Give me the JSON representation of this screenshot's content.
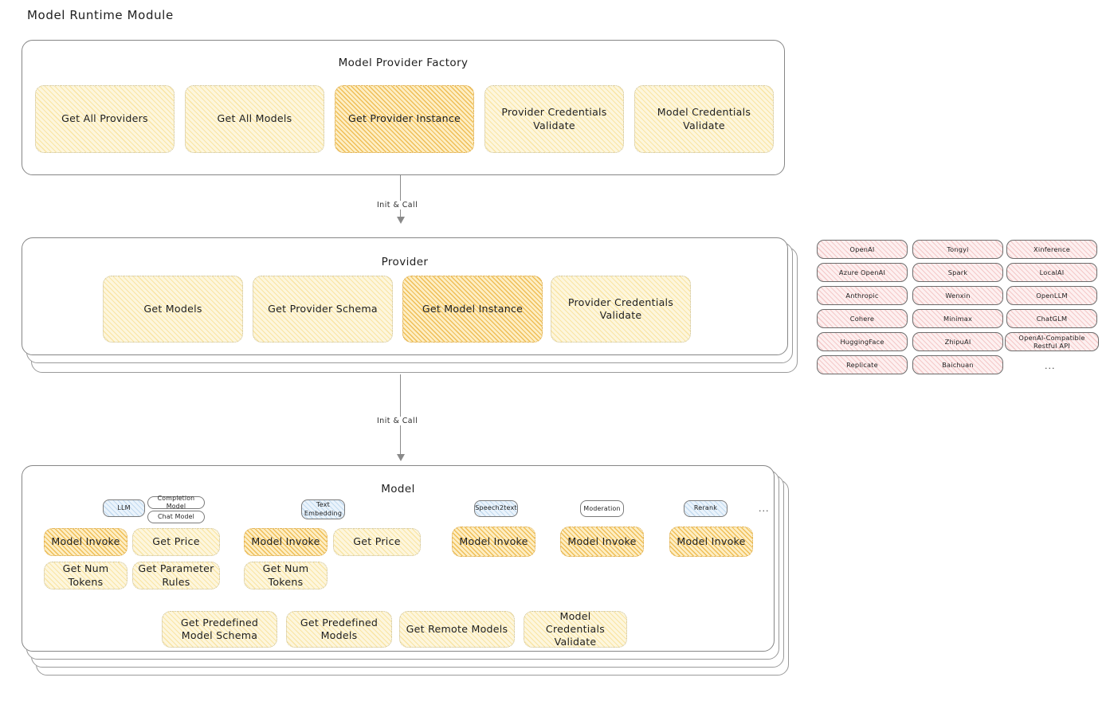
{
  "page": {
    "title": "Model Runtime Module"
  },
  "connectors": [
    {
      "label": "Init & Call"
    },
    {
      "label": "Init & Call"
    }
  ],
  "factory": {
    "title": "Model Provider Factory",
    "nodes": [
      {
        "label": "Get All Providers",
        "style": "yellow"
      },
      {
        "label": "Get All Models",
        "style": "yellow"
      },
      {
        "label": "Get Provider Instance",
        "style": "orange"
      },
      {
        "label": "Provider Credentials Validate",
        "style": "yellow"
      },
      {
        "label": "Model Credentials Validate",
        "style": "yellow"
      }
    ]
  },
  "provider": {
    "title": "Provider",
    "nodes": [
      {
        "label": "Get Models",
        "style": "yellow"
      },
      {
        "label": "Get Provider Schema",
        "style": "yellow"
      },
      {
        "label": "Get Model Instance",
        "style": "orange"
      },
      {
        "label": "Provider Credentials Validate",
        "style": "yellow"
      }
    ]
  },
  "provider_list": {
    "columns": [
      {
        "items": [
          "OpenAI",
          "Azure OpenAI",
          "Anthropic",
          "Cohere",
          "HuggingFace",
          "Replicate"
        ]
      },
      {
        "items": [
          "Tongyi",
          "Spark",
          "Wenxin",
          "Minimax",
          "ZhipuAI",
          "Baichuan"
        ]
      },
      {
        "items": [
          "Xinference",
          "LocalAI",
          "OpenLLM",
          "ChatGLM",
          "OpenAI-Compatible Restful API"
        ]
      }
    ],
    "more": "..."
  },
  "model": {
    "title": "Model",
    "more": "...",
    "types": [
      {
        "badge": "LLM",
        "badge_style": "blue",
        "sub_badges": [
          "Completion Model",
          "Chat Model"
        ],
        "nodes": [
          {
            "label": "Model Invoke",
            "style": "orange"
          },
          {
            "label": "Get Price",
            "style": "yellow"
          },
          {
            "label": "Get Num Tokens",
            "style": "yellow"
          },
          {
            "label": "Get Parameter Rules",
            "style": "yellow"
          }
        ]
      },
      {
        "badge": "Text Embedding",
        "badge_style": "blue",
        "sub_badges": [],
        "nodes": [
          {
            "label": "Model Invoke",
            "style": "orange"
          },
          {
            "label": "Get Price",
            "style": "yellow"
          },
          {
            "label": "Get Num Tokens",
            "style": "yellow"
          }
        ]
      },
      {
        "badge": "Speech2text",
        "badge_style": "blue",
        "sub_badges": [],
        "nodes": [
          {
            "label": "Model Invoke",
            "style": "orange"
          }
        ]
      },
      {
        "badge": "Moderation",
        "badge_style": "white",
        "sub_badges": [],
        "nodes": [
          {
            "label": "Model Invoke",
            "style": "orange"
          }
        ]
      },
      {
        "badge": "Rerank",
        "badge_style": "blue",
        "sub_badges": [],
        "nodes": [
          {
            "label": "Model Invoke",
            "style": "orange"
          }
        ]
      }
    ],
    "common_nodes": [
      {
        "label": "Get Predefined Model Schema",
        "style": "yellow"
      },
      {
        "label": "Get Predefined Models",
        "style": "yellow"
      },
      {
        "label": "Get Remote Models",
        "style": "yellow"
      },
      {
        "label": "Model Credentials Validate",
        "style": "yellow"
      }
    ]
  },
  "colors": {
    "yellow_fill": "#fdf6dd",
    "orange_fill": "#fdeec4",
    "pink_fill": "#fdf0f0",
    "blue_fill": "#eaf3fb",
    "stroke": "#868686",
    "text": "#1e1e1e"
  }
}
